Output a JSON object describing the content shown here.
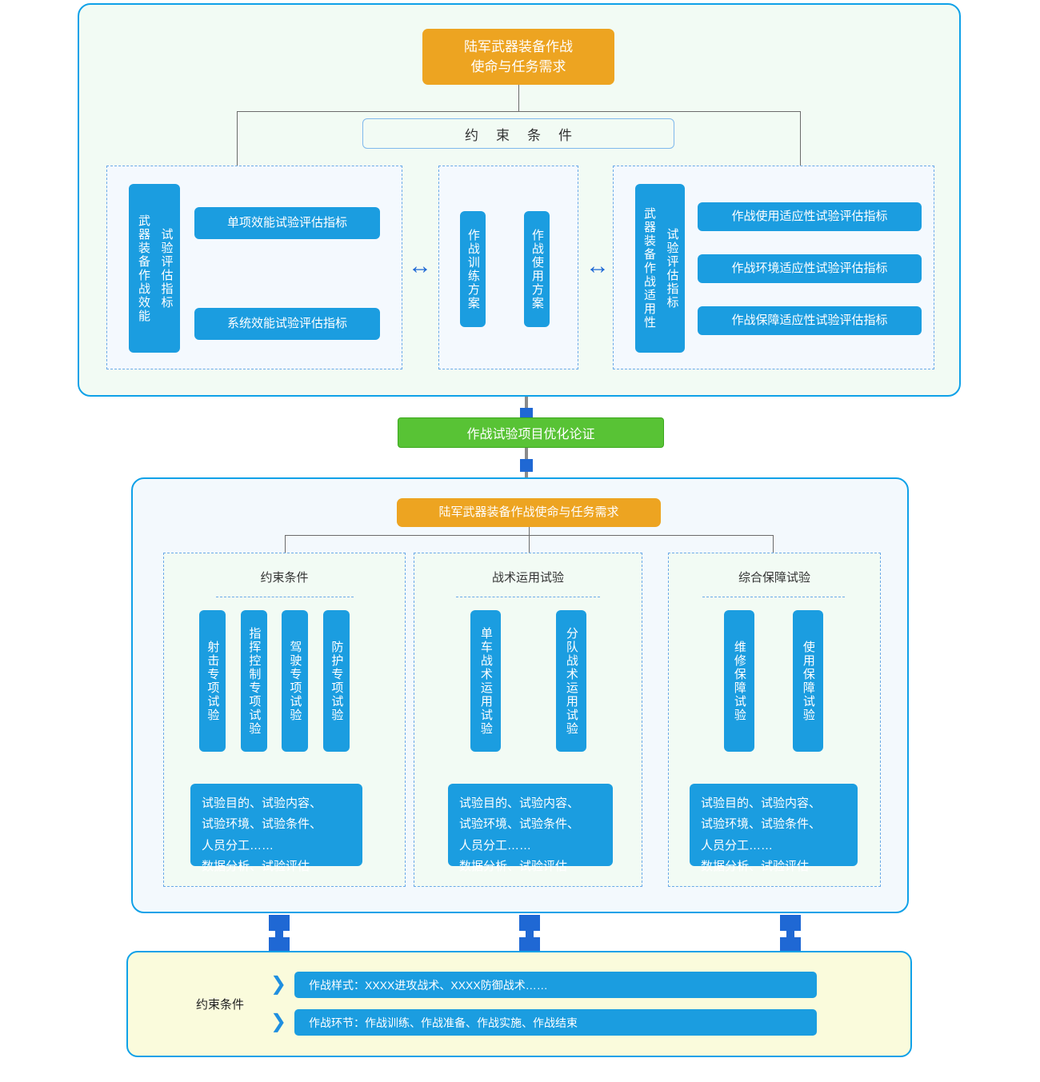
{
  "section1": {
    "header": "陆军武器装备作战\n使命与任务需求",
    "constraint_strip": "约束条件",
    "left_panel": {
      "vertical_label": "试验评估指标\n武器装备作战效能",
      "items": [
        "单项效能试验评估指标",
        "系统效能试验评估指标"
      ]
    },
    "middle_panel": {
      "items": [
        "作战训练方案",
        "作战使用方案"
      ]
    },
    "right_panel": {
      "vertical_label": "试验评估指标\n武器装备作战适用性",
      "items": [
        "作战使用适应性试验评估指标",
        "作战环境适应性试验评估指标",
        "作战保障适应性试验评估指标"
      ]
    },
    "arrow_left": "↔",
    "arrow_right": "↔"
  },
  "connector": {
    "green_box": "作战试验项目优化论证"
  },
  "section2": {
    "header": "陆军武器装备作战使命与任务需求",
    "panels": [
      {
        "title": "约束条件",
        "bars": [
          "射击专项试验",
          "指挥控制专项试验",
          "驾驶专项试验",
          "防护专项试验"
        ],
        "description": "试验目的、试验内容、\n试验环境、试验条件、\n人员分工……\n数据分析、试验评估"
      },
      {
        "title": "战术运用试验",
        "bars": [
          "单车战术运用试验",
          "分队战术运用试验"
        ],
        "description": "试验目的、试验内容、\n试验环境、试验条件、\n人员分工……\n数据分析、试验评估"
      },
      {
        "title": "综合保障试验",
        "bars": [
          "维修保障试验",
          "使用保障试验"
        ],
        "description": "试验目的、试验内容、\n试验环境、试验条件、\n人员分工……\n数据分析、试验评估"
      }
    ]
  },
  "section3": {
    "label": "约束条件",
    "chevron": "❯",
    "rows": [
      "作战样式：XXXX进攻战术、XXXX防御战术……",
      "作战环节：作战训练、作战准备、作战实施、作战结束"
    ]
  },
  "colors": {
    "blue_bar": "#1b9de0",
    "orange": "#eda421",
    "green": "#58c335",
    "border_blue": "#0fa1e8",
    "connector_blue": "#1f68d4",
    "mint_bg": "#f2fbf4",
    "pale_blue_bg": "#f3f9fd",
    "pale_yellow_bg": "#fafbdc"
  }
}
